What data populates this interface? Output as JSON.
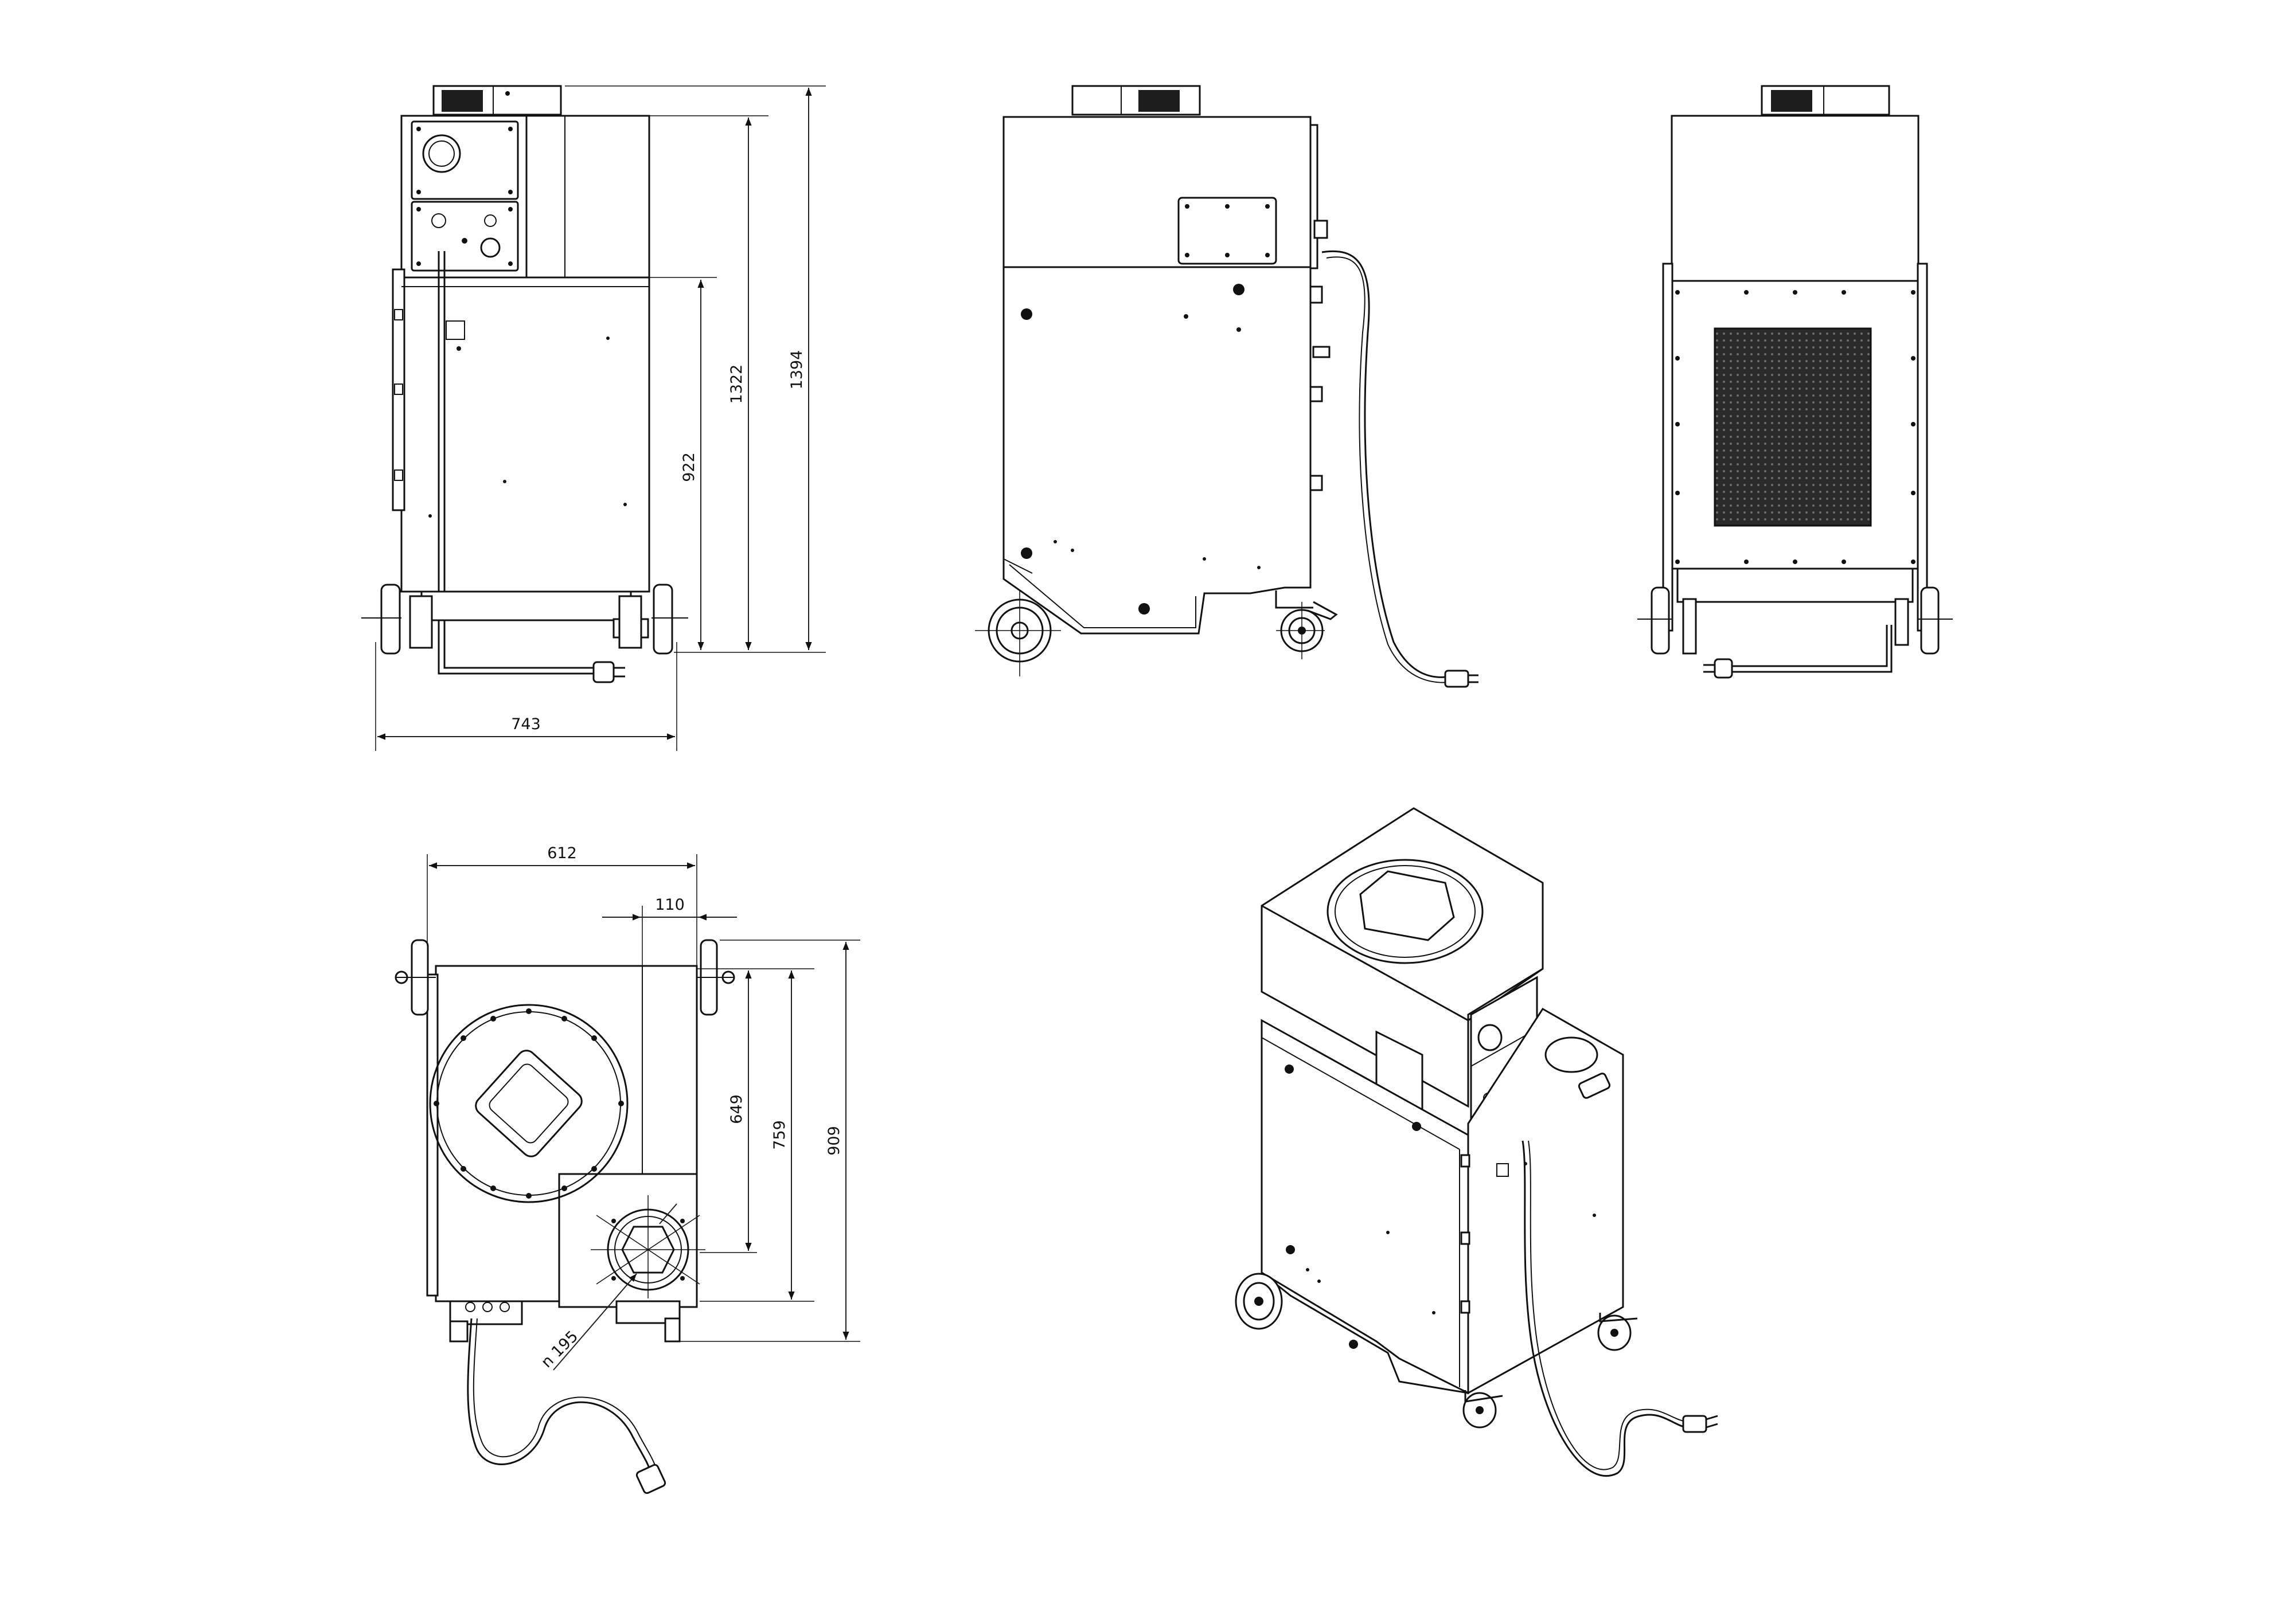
{
  "dimensions": {
    "width_front": "743",
    "height_total": "1394",
    "height_body": "1322",
    "height_lower": "922",
    "top_width": "612",
    "top_offset": "110",
    "depth_649": "649",
    "depth_759": "759",
    "depth_909": "909",
    "diameter": "n 195"
  },
  "colors": {
    "line": "#111111",
    "grille": "#1d1d1d",
    "background": "#ffffff"
  }
}
